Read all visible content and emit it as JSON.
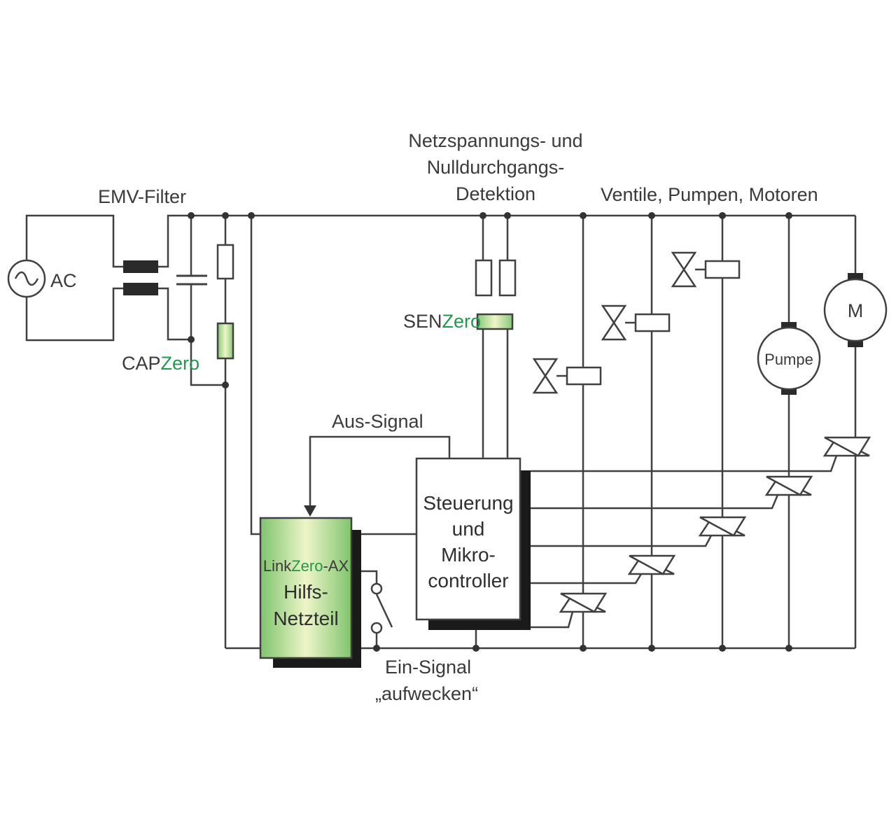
{
  "labels": {
    "ac": "AC",
    "emv_filter": "EMV-Filter",
    "detection_line1": "Netzspannungs- und",
    "detection_line2": "Nulldurchgangs-",
    "detection_line3": "Detektion",
    "loads": "Ventile, Pumpen, Motoren",
    "senzero_prefix": "SEN",
    "senzero_suffix": "Zero",
    "capzero_prefix": "CAP",
    "capzero_suffix": "Zero",
    "aus_signal": "Aus-Signal",
    "ein_signal_line1": "Ein-Signal",
    "ein_signal_line2": "„aufwecken“",
    "pump": "Pumpe",
    "motor": "M",
    "controller_line1": "Steuerung",
    "controller_line2": "und",
    "controller_line3": "Mikro-",
    "controller_line4": "controller",
    "linkzero_prefix": "Link",
    "linkzero_middle": "Zero",
    "linkzero_suffix": "-AX",
    "psu_line1": "Hilfs-",
    "psu_line2": "Netzteil"
  },
  "colors": {
    "wire": "#404040",
    "accent_green": "#1e9a4a",
    "box_green_light": "#eef5c8",
    "box_green_dark": "#7fc46e",
    "shadow": "#1a1a1a"
  }
}
